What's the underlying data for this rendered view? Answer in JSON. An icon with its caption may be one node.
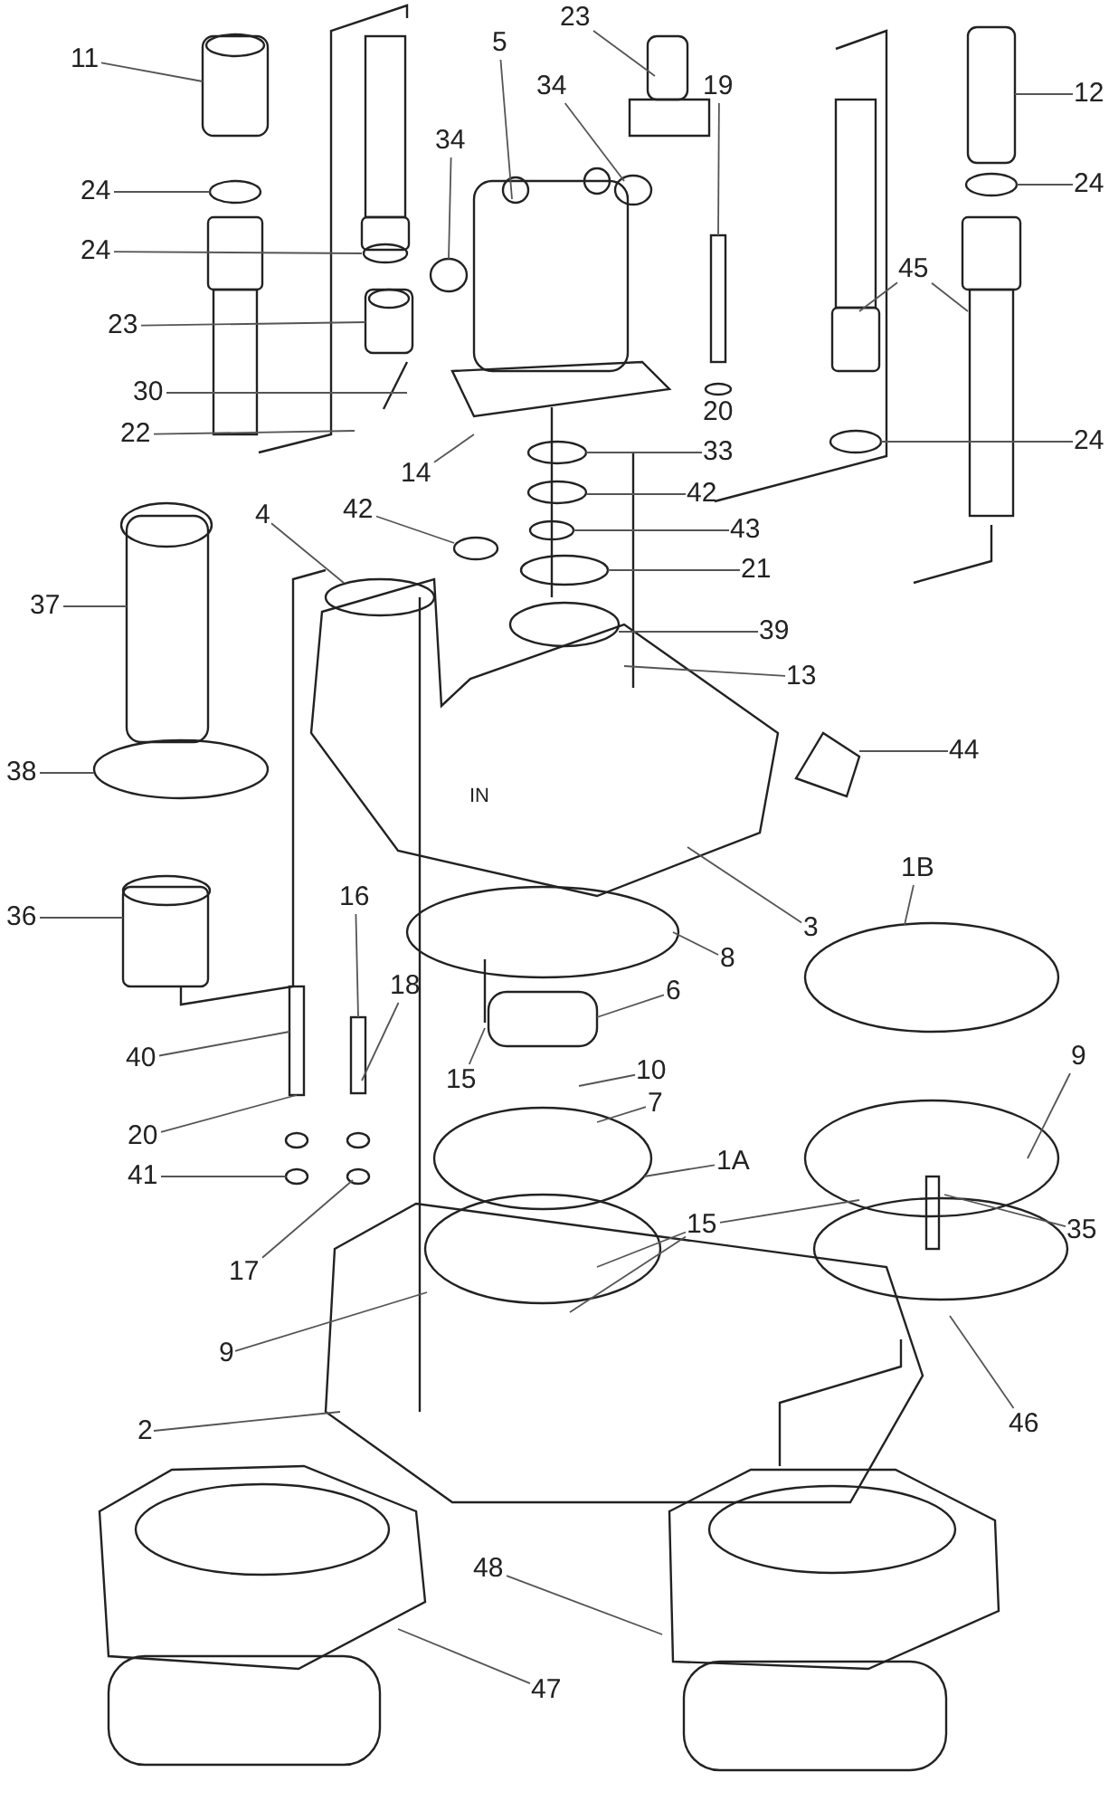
{
  "diagram": {
    "nodes": [
      {
        "text": [
          "11"
        ]
      },
      {
        "text": [
          "24"
        ]
      },
      {
        "text": [
          "24"
        ]
      },
      {
        "text": [
          "23"
        ]
      },
      {
        "text": [
          "30"
        ]
      },
      {
        "text": [
          "22"
        ]
      },
      {
        "text": [
          "5"
        ]
      },
      {
        "text": [
          "23"
        ]
      },
      {
        "text": [
          "34"
        ]
      },
      {
        "text": [
          "34"
        ]
      },
      {
        "text": [
          "19"
        ]
      },
      {
        "text": [
          "12"
        ]
      },
      {
        "text": [
          "24"
        ]
      },
      {
        "text": [
          "45"
        ]
      },
      {
        "text": [
          "24"
        ]
      },
      {
        "text": [
          "14"
        ]
      },
      {
        "text": [
          "33"
        ]
      },
      {
        "text": [
          "42"
        ]
      },
      {
        "text": [
          "43"
        ]
      },
      {
        "text": [
          "21"
        ]
      },
      {
        "text": [
          "42"
        ]
      },
      {
        "text": [
          "4"
        ]
      },
      {
        "text": [
          "37"
        ]
      },
      {
        "text": [
          "39"
        ]
      },
      {
        "text": [
          "13"
        ]
      },
      {
        "text": [
          "44"
        ]
      },
      {
        "text": [
          "38"
        ]
      },
      {
        "text": [
          "3"
        ]
      },
      {
        "text": [
          "1B"
        ]
      },
      {
        "text": [
          "8"
        ]
      },
      {
        "text": [
          "36"
        ]
      },
      {
        "text": [
          "16"
        ]
      },
      {
        "text": [
          "18"
        ]
      },
      {
        "text": [
          "6"
        ]
      },
      {
        "text": [
          "40"
        ]
      },
      {
        "text": [
          "10"
        ]
      },
      {
        "text": [
          "15"
        ]
      },
      {
        "text": [
          "7"
        ]
      },
      {
        "text": [
          "9"
        ]
      },
      {
        "text": [
          "20"
        ]
      },
      {
        "text": [
          "1A"
        ]
      },
      {
        "text": [
          "41"
        ]
      },
      {
        "text": [
          "15"
        ]
      },
      {
        "text": [
          "35"
        ]
      },
      {
        "text": [
          "17"
        ]
      },
      {
        "text": [
          "9"
        ]
      },
      {
        "text": [
          "2"
        ]
      },
      {
        "text": [
          "46"
        ]
      },
      {
        "text": [
          "48"
        ]
      },
      {
        "text": [
          "47"
        ]
      }
    ],
    "edges": [
      {
        "from": 0,
        "to": null,
        "arrow": "none"
      },
      {
        "from": 1,
        "to": null,
        "arrow": "none"
      },
      {
        "from": 2,
        "to": null,
        "arrow": "none"
      },
      {
        "from": 3,
        "to": null,
        "arrow": "none"
      },
      {
        "from": 4,
        "to": null,
        "arrow": "none"
      },
      {
        "from": 5,
        "to": null,
        "arrow": "none"
      },
      {
        "from": 6,
        "to": null,
        "arrow": "none"
      },
      {
        "from": 7,
        "to": null,
        "arrow": "none"
      },
      {
        "from": 8,
        "to": null,
        "arrow": "none"
      },
      {
        "from": 9,
        "to": null,
        "arrow": "none"
      },
      {
        "from": 10,
        "to": null,
        "arrow": "none"
      },
      {
        "from": 11,
        "to": null,
        "arrow": "none"
      },
      {
        "from": 12,
        "to": null,
        "arrow": "none"
      },
      {
        "from": 13,
        "to": null,
        "arrow": "none"
      },
      {
        "from": 13,
        "to": null,
        "arrow": "none"
      },
      {
        "from": 14,
        "to": null,
        "arrow": "none"
      },
      {
        "from": 15,
        "to": null,
        "arrow": "none"
      },
      {
        "from": 16,
        "to": null,
        "arrow": "none"
      },
      {
        "from": 17,
        "to": null,
        "arrow": "none"
      },
      {
        "from": 18,
        "to": null,
        "arrow": "none"
      },
      {
        "from": 19,
        "to": null,
        "arrow": "none"
      },
      {
        "from": 20,
        "to": null,
        "arrow": "none"
      },
      {
        "from": 21,
        "to": null,
        "arrow": "none"
      },
      {
        "from": 22,
        "to": null,
        "arrow": "none"
      },
      {
        "from": 23,
        "to": null,
        "arrow": "none"
      },
      {
        "from": 24,
        "to": null,
        "arrow": "none"
      },
      {
        "from": 25,
        "to": null,
        "arrow": "none"
      },
      {
        "from": 26,
        "to": null,
        "arrow": "none"
      },
      {
        "from": 27,
        "to": null,
        "arrow": "none"
      },
      {
        "from": 28,
        "to": null,
        "arrow": "none"
      },
      {
        "from": 29,
        "to": null,
        "arrow": "none"
      },
      {
        "from": 30,
        "to": null,
        "arrow": "none"
      },
      {
        "from": 31,
        "to": null,
        "arrow": "none"
      },
      {
        "from": 32,
        "to": null,
        "arrow": "none"
      },
      {
        "from": 33,
        "to": null,
        "arrow": "none"
      },
      {
        "from": 34,
        "to": null,
        "arrow": "none"
      },
      {
        "from": 35,
        "to": null,
        "arrow": "none"
      },
      {
        "from": 36,
        "to": null,
        "arrow": "none"
      },
      {
        "from": 37,
        "to": null,
        "arrow": "none"
      },
      {
        "from": 38,
        "to": null,
        "arrow": "none"
      },
      {
        "from": 39,
        "to": null,
        "arrow": "none"
      },
      {
        "from": 40,
        "to": null,
        "arrow": "none"
      },
      {
        "from": 41,
        "to": null,
        "arrow": "none"
      },
      {
        "from": 42,
        "to": null,
        "arrow": "none"
      },
      {
        "from": 42,
        "to": null,
        "arrow": "none"
      },
      {
        "from": 42,
        "to": null,
        "arrow": "none"
      },
      {
        "from": 43,
        "to": null,
        "arrow": "none"
      },
      {
        "from": 44,
        "to": null,
        "arrow": "none"
      },
      {
        "from": 45,
        "to": null,
        "arrow": "none"
      },
      {
        "from": 46,
        "to": null,
        "arrow": "none"
      },
      {
        "from": 47,
        "to": null,
        "arrow": "none"
      },
      {
        "from": 48,
        "to": null,
        "arrow": "none"
      },
      {
        "from": 49,
        "to": null,
        "arrow": "none"
      }
    ],
    "labels": [
      "20",
      "IN"
    ]
  }
}
